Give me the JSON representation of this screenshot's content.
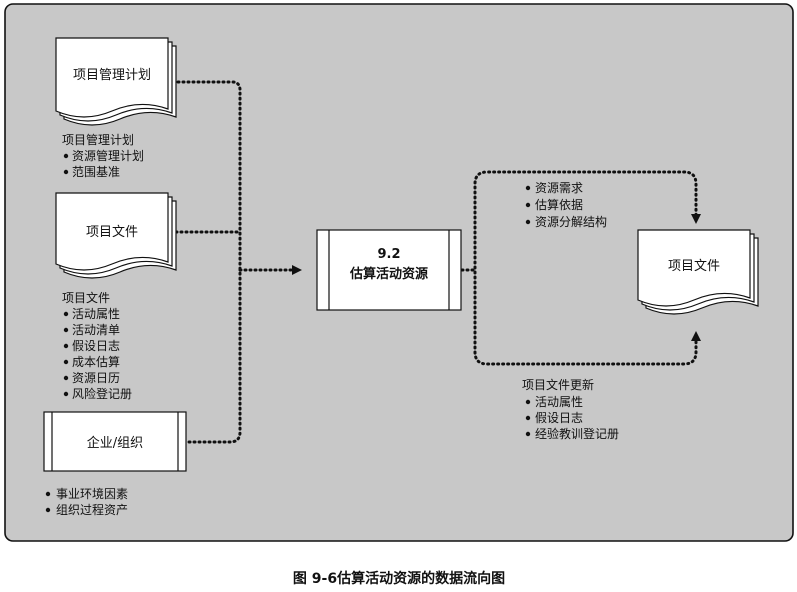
{
  "doc1": {
    "title": "项目管理计划",
    "heading": "项目管理计划",
    "items": [
      "资源管理计划",
      "范围基准"
    ]
  },
  "doc2": {
    "title": "项目文件",
    "heading": "项目文件",
    "items": [
      "活动属性",
      "活动清单",
      "假设日志",
      "成本估算",
      "资源日历",
      "风险登记册"
    ]
  },
  "org": {
    "title": "企业/组织",
    "items": [
      "事业环境因素",
      "组织过程资产"
    ]
  },
  "process": {
    "number": "9.2",
    "name": "估算活动资源"
  },
  "outputs_top": [
    "资源需求",
    "估算依据",
    "资源分解结构"
  ],
  "doc_out": {
    "title": "项目文件"
  },
  "outputs_bottom": {
    "heading": "项目文件更新",
    "items": [
      "活动属性",
      "假设日志",
      "经验教训登记册"
    ]
  },
  "caption": "图 9-6估算活动资源的数据流向图"
}
